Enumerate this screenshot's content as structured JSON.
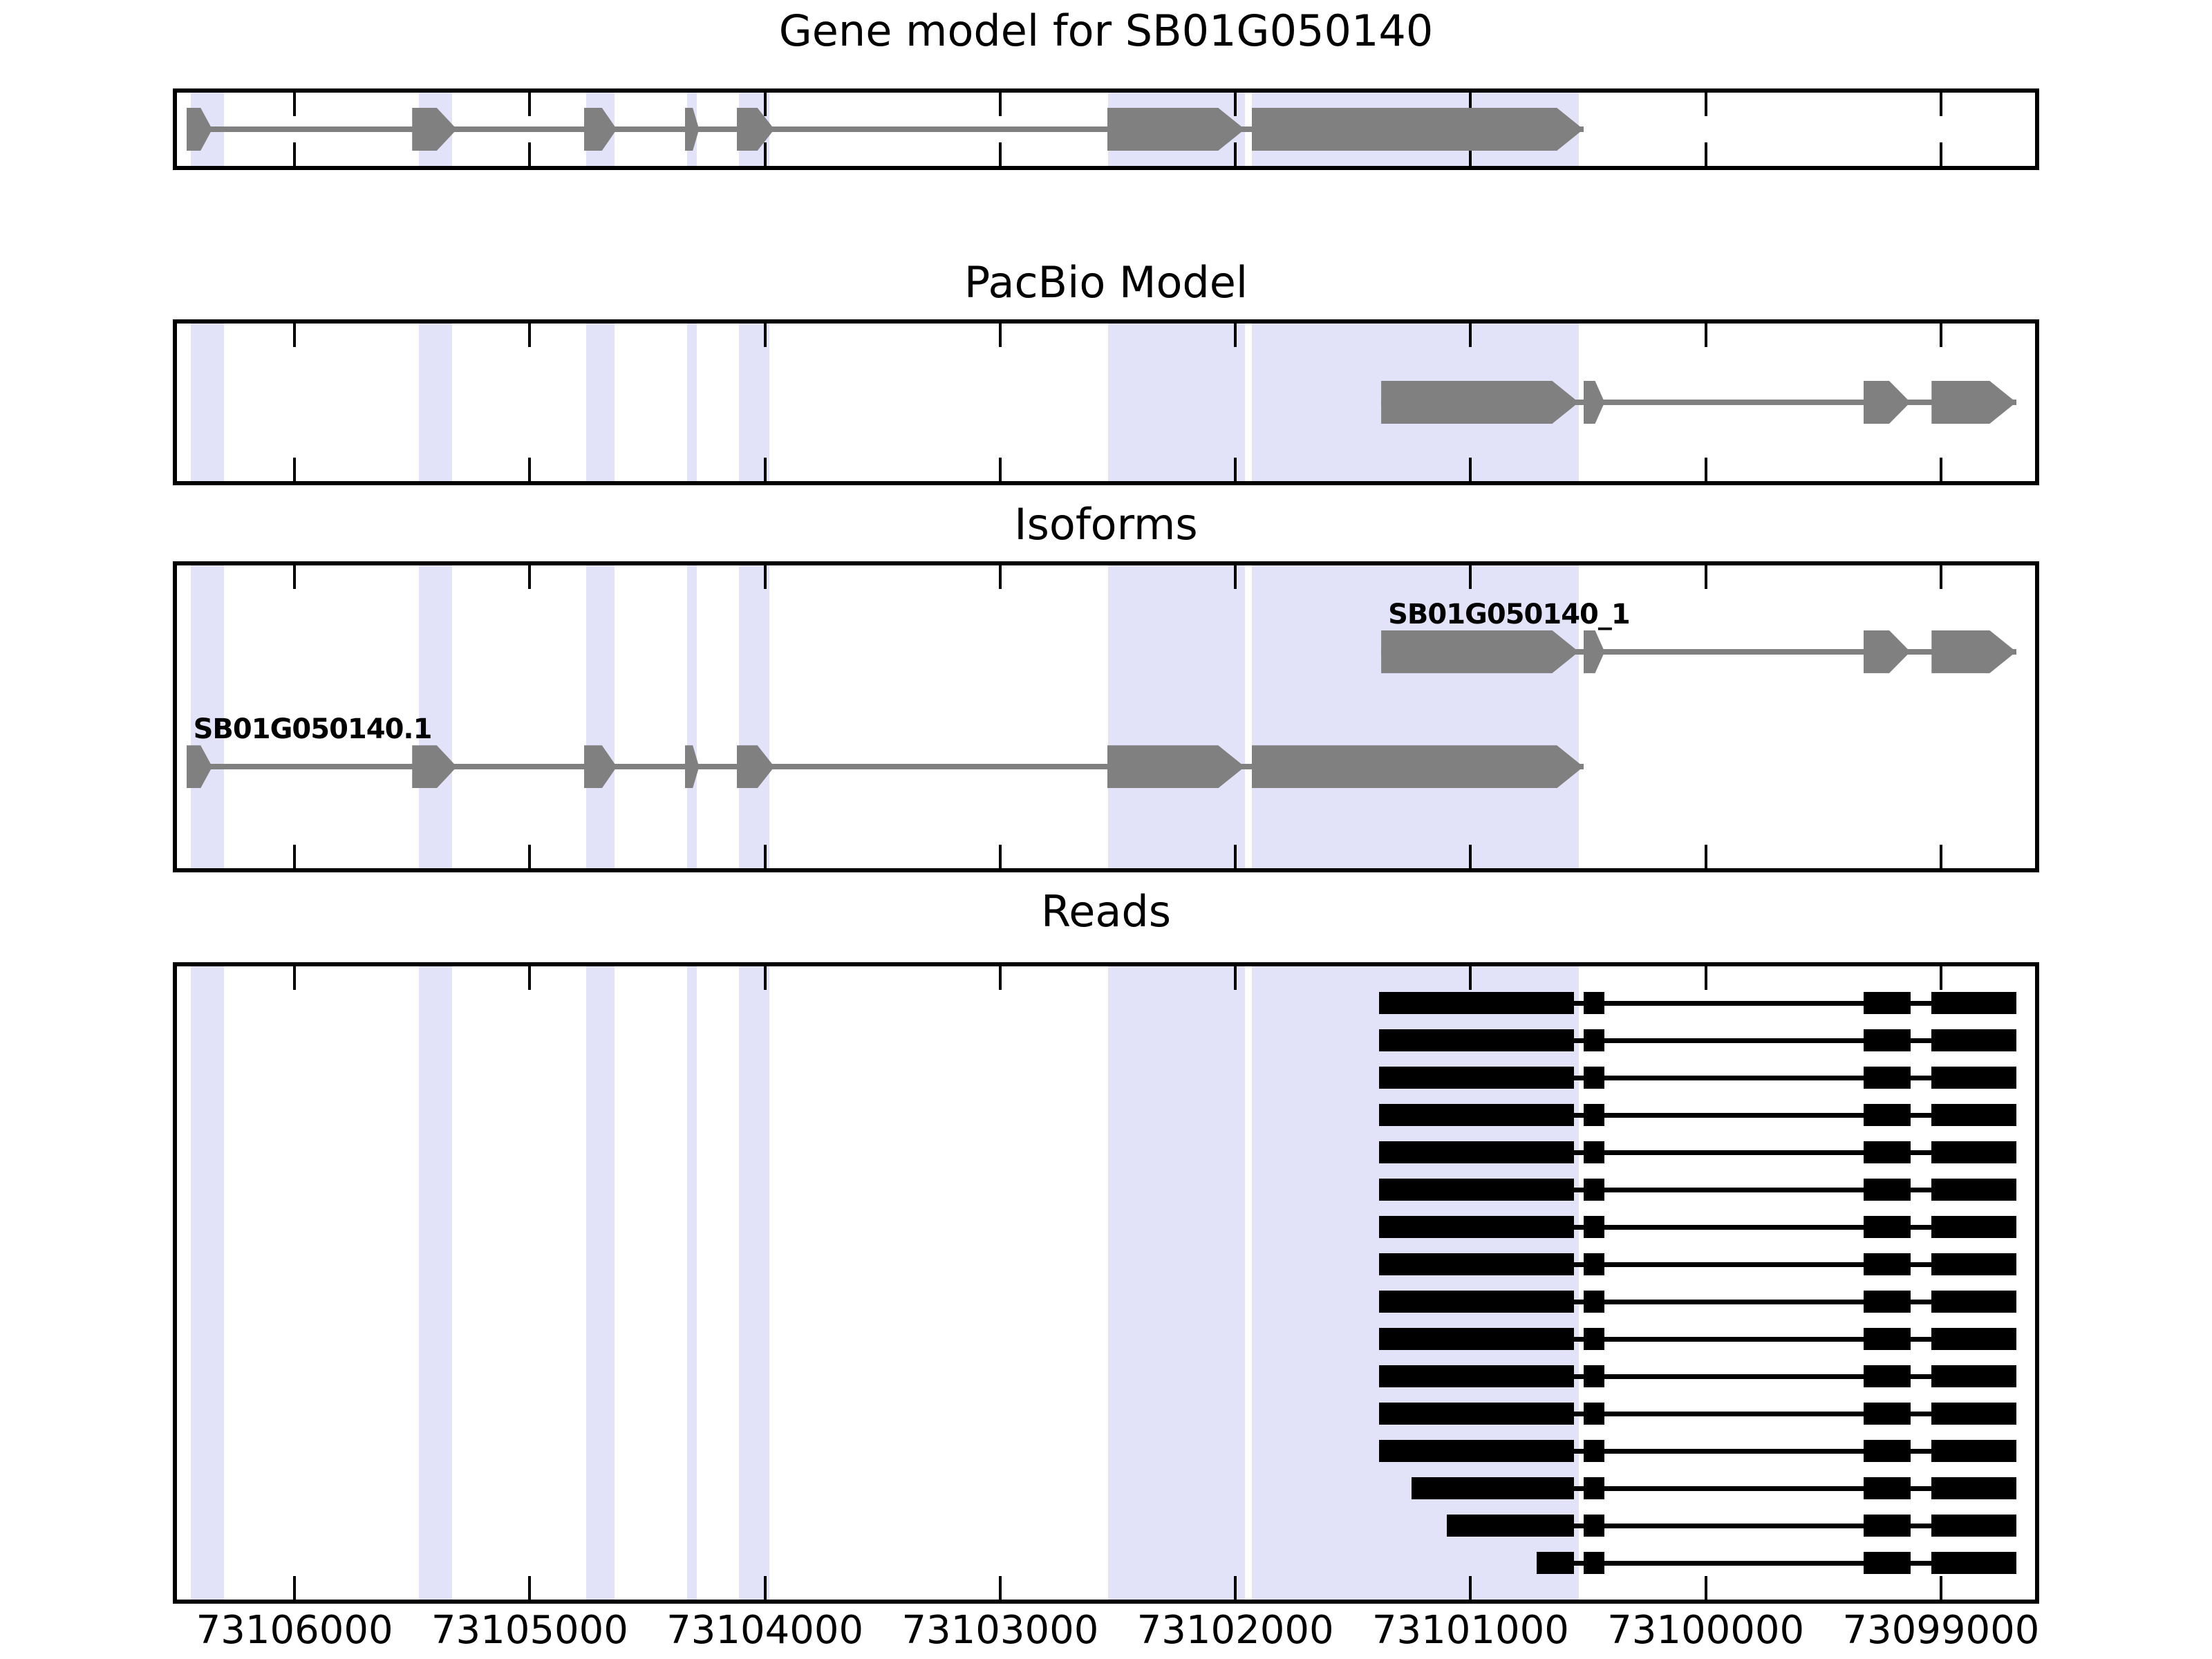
{
  "figure": {
    "title": "Gene model for SB01G050140",
    "gene_id": "SB01G050140",
    "background_color": "#ffffff",
    "feature_color": "#808080",
    "read_color": "#000000",
    "highlight_color": "#e2e2f8"
  },
  "panels": [
    {
      "key": "gene_model",
      "title": "Gene model for SB01G050140"
    },
    {
      "key": "pacbio_model",
      "title": "PacBio Model"
    },
    {
      "key": "isoforms",
      "title": "Isoforms"
    },
    {
      "key": "reads",
      "title": "Reads"
    }
  ],
  "axis": {
    "label": "",
    "reversed": true,
    "xlim": [
      73106500,
      73098600
    ],
    "tick_labels": [
      "73106000",
      "73105000",
      "73104000",
      "73103000",
      "73102000",
      "73101000",
      "73100000",
      "73099000"
    ],
    "tick_values": [
      73106000,
      73105000,
      73104000,
      73103000,
      73102000,
      73101000,
      73100000,
      73099000
    ]
  },
  "highlight_regions": [
    {
      "start": 73106440,
      "end": 73106300
    },
    {
      "start": 73105470,
      "end": 73105330
    },
    {
      "start": 73104760,
      "end": 73104640
    },
    {
      "start": 73104330,
      "end": 73104290
    },
    {
      "start": 73104110,
      "end": 73103980
    },
    {
      "start": 73102540,
      "end": 73101960
    },
    {
      "start": 73101930,
      "end": 73100540
    }
  ],
  "chart_data": {
    "type": "genome-browser",
    "title": "Gene model for SB01G050140",
    "xlabel": "",
    "ylabel": "",
    "xlim": [
      73106500,
      73098600
    ],
    "strand": "-",
    "tracks": [
      {
        "name": "gene_model",
        "panel_title": "Gene model for SB01G050140",
        "features": [
          {
            "id": "SB01G050140",
            "label": "",
            "row": 0,
            "start": 73106460,
            "end": 73100520,
            "exons": [
              [
                73106460,
                73106350
              ],
              [
                73105500,
                73105310
              ],
              [
                73104770,
                73104630
              ],
              [
                73104340,
                73104280
              ],
              [
                73104120,
                73103960
              ],
              [
                73102545,
                73101960
              ],
              [
                73101930,
                73100520
              ]
            ]
          }
        ]
      },
      {
        "name": "pacbio_model",
        "panel_title": "PacBio Model",
        "features": [
          {
            "id": "PacBio",
            "label": "",
            "row": 0,
            "start": 73101380,
            "end": 73098680,
            "exons": [
              [
                73101380,
                73100540
              ],
              [
                73100520,
                73100430
              ],
              [
                73099330,
                73099130
              ],
              [
                73099040,
                73098680
              ]
            ]
          }
        ]
      },
      {
        "name": "isoforms",
        "panel_title": "Isoforms",
        "features": [
          {
            "id": "SB01G050140_1",
            "label": "SB01G050140_1",
            "row": 0,
            "start": 73101380,
            "end": 73098680,
            "exons": [
              [
                73101380,
                73100540
              ],
              [
                73100520,
                73100430
              ],
              [
                73099330,
                73099130
              ],
              [
                73099040,
                73098680
              ]
            ]
          },
          {
            "id": "SB01G050140.1",
            "label": "SB01G050140.1",
            "row": 1,
            "start": 73106460,
            "end": 73100520,
            "exons": [
              [
                73106460,
                73106350
              ],
              [
                73105500,
                73105310
              ],
              [
                73104770,
                73104630
              ],
              [
                73104340,
                73104280
              ],
              [
                73104120,
                73103960
              ],
              [
                73102545,
                73101960
              ],
              [
                73101930,
                73100520
              ]
            ]
          }
        ]
      },
      {
        "name": "reads",
        "panel_title": "Reads",
        "read_count": 16,
        "features": [
          {
            "id": "read-1",
            "row": 0,
            "start": 73101390,
            "end": 73098680,
            "blocks": [
              [
                73101390,
                73100560
              ],
              [
                73100520,
                73100430
              ],
              [
                73099330,
                73099130
              ],
              [
                73099040,
                73098680
              ]
            ]
          },
          {
            "id": "read-2",
            "row": 1,
            "start": 73101390,
            "end": 73098680,
            "blocks": [
              [
                73101390,
                73100560
              ],
              [
                73100520,
                73100430
              ],
              [
                73099330,
                73099130
              ],
              [
                73099040,
                73098680
              ]
            ]
          },
          {
            "id": "read-3",
            "row": 2,
            "start": 73101390,
            "end": 73098680,
            "blocks": [
              [
                73101390,
                73100560
              ],
              [
                73100520,
                73100430
              ],
              [
                73099330,
                73099130
              ],
              [
                73099040,
                73098680
              ]
            ]
          },
          {
            "id": "read-4",
            "row": 3,
            "start": 73101390,
            "end": 73098680,
            "blocks": [
              [
                73101390,
                73100560
              ],
              [
                73100520,
                73100430
              ],
              [
                73099330,
                73099130
              ],
              [
                73099040,
                73098680
              ]
            ]
          },
          {
            "id": "read-5",
            "row": 4,
            "start": 73101390,
            "end": 73098680,
            "blocks": [
              [
                73101390,
                73100560
              ],
              [
                73100520,
                73100430
              ],
              [
                73099330,
                73099130
              ],
              [
                73099040,
                73098680
              ]
            ]
          },
          {
            "id": "read-6",
            "row": 5,
            "start": 73101390,
            "end": 73098680,
            "blocks": [
              [
                73101390,
                73100560
              ],
              [
                73100520,
                73100430
              ],
              [
                73099330,
                73099130
              ],
              [
                73099040,
                73098680
              ]
            ]
          },
          {
            "id": "read-7",
            "row": 6,
            "start": 73101390,
            "end": 73098680,
            "blocks": [
              [
                73101390,
                73100560
              ],
              [
                73100520,
                73100430
              ],
              [
                73099330,
                73099130
              ],
              [
                73099040,
                73098680
              ]
            ]
          },
          {
            "id": "read-8",
            "row": 7,
            "start": 73101390,
            "end": 73098680,
            "blocks": [
              [
                73101390,
                73100560
              ],
              [
                73100520,
                73100430
              ],
              [
                73099330,
                73099130
              ],
              [
                73099040,
                73098680
              ]
            ]
          },
          {
            "id": "read-9",
            "row": 8,
            "start": 73101390,
            "end": 73098680,
            "blocks": [
              [
                73101390,
                73100560
              ],
              [
                73100520,
                73100430
              ],
              [
                73099330,
                73099130
              ],
              [
                73099040,
                73098680
              ]
            ]
          },
          {
            "id": "read-10",
            "row": 9,
            "start": 73101390,
            "end": 73098680,
            "blocks": [
              [
                73101390,
                73100560
              ],
              [
                73100520,
                73100430
              ],
              [
                73099330,
                73099130
              ],
              [
                73099040,
                73098680
              ]
            ]
          },
          {
            "id": "read-11",
            "row": 10,
            "start": 73101390,
            "end": 73098680,
            "blocks": [
              [
                73101390,
                73100560
              ],
              [
                73100520,
                73100430
              ],
              [
                73099330,
                73099130
              ],
              [
                73099040,
                73098680
              ]
            ]
          },
          {
            "id": "read-12",
            "row": 11,
            "start": 73101390,
            "end": 73098680,
            "blocks": [
              [
                73101390,
                73100560
              ],
              [
                73100520,
                73100430
              ],
              [
                73099330,
                73099130
              ],
              [
                73099040,
                73098680
              ]
            ]
          },
          {
            "id": "read-13",
            "row": 12,
            "start": 73101390,
            "end": 73098680,
            "blocks": [
              [
                73101390,
                73100560
              ],
              [
                73100520,
                73100430
              ],
              [
                73099330,
                73099130
              ],
              [
                73099040,
                73098680
              ]
            ]
          },
          {
            "id": "read-14",
            "row": 13,
            "start": 73101250,
            "end": 73098680,
            "blocks": [
              [
                73101250,
                73100560
              ],
              [
                73100520,
                73100430
              ],
              [
                73099330,
                73099130
              ],
              [
                73099040,
                73098680
              ]
            ]
          },
          {
            "id": "read-15",
            "row": 14,
            "start": 73101100,
            "end": 73098680,
            "blocks": [
              [
                73101100,
                73100560
              ],
              [
                73100520,
                73100430
              ],
              [
                73099330,
                73099130
              ],
              [
                73099040,
                73098680
              ]
            ]
          },
          {
            "id": "read-16",
            "row": 15,
            "start": 73100720,
            "end": 73098680,
            "blocks": [
              [
                73100720,
                73100560
              ],
              [
                73100520,
                73100430
              ],
              [
                73099330,
                73099130
              ],
              [
                73099040,
                73098680
              ]
            ]
          }
        ]
      }
    ]
  }
}
